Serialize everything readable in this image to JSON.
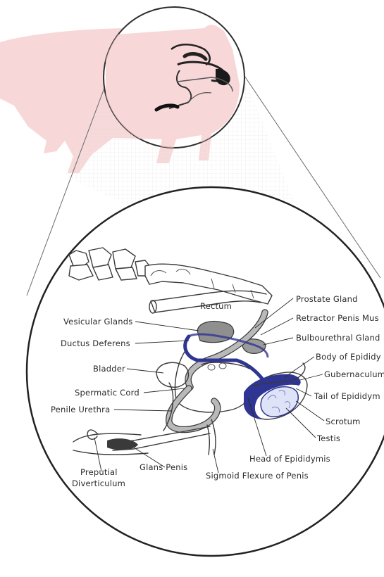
{
  "labels": {
    "rectum": "Rectum",
    "prostate_gland": "Prostate Gland",
    "retractor_penis": "Retractor Penis Mus",
    "vesicular_glands": "Vesicular Glands",
    "bulbourethral_gland": "Bulbourethral Gland",
    "ductus_deferens": "Ductus Deferens",
    "body_epididymis": "Body of Epididy",
    "bladder": "Bladder",
    "gubernaculum": "Gubernaculum",
    "spermatic_cord": "Spermatic Cord",
    "tail_epididymis": "Tail of Epididym",
    "penile_urethra": "Penile Urethra",
    "scrotum": "Scrotum",
    "testis": "Testis",
    "preputial_line1": "Preputial",
    "preputial_line2": "Diverticulum",
    "glans_penis": "Glans Penis",
    "head_epididymis": "Head of Epididymis",
    "sigmoid_flexure": "Sigmoid Flexure of Penis"
  },
  "colors": {
    "pig_body": "#f4c9c9",
    "epididymis_blue": "#2f3592",
    "testis_light": "#dfe3f7",
    "gland_gray": "#8f8f8f",
    "outline": "#2e2e2e",
    "grid": "#e6e6e6"
  }
}
